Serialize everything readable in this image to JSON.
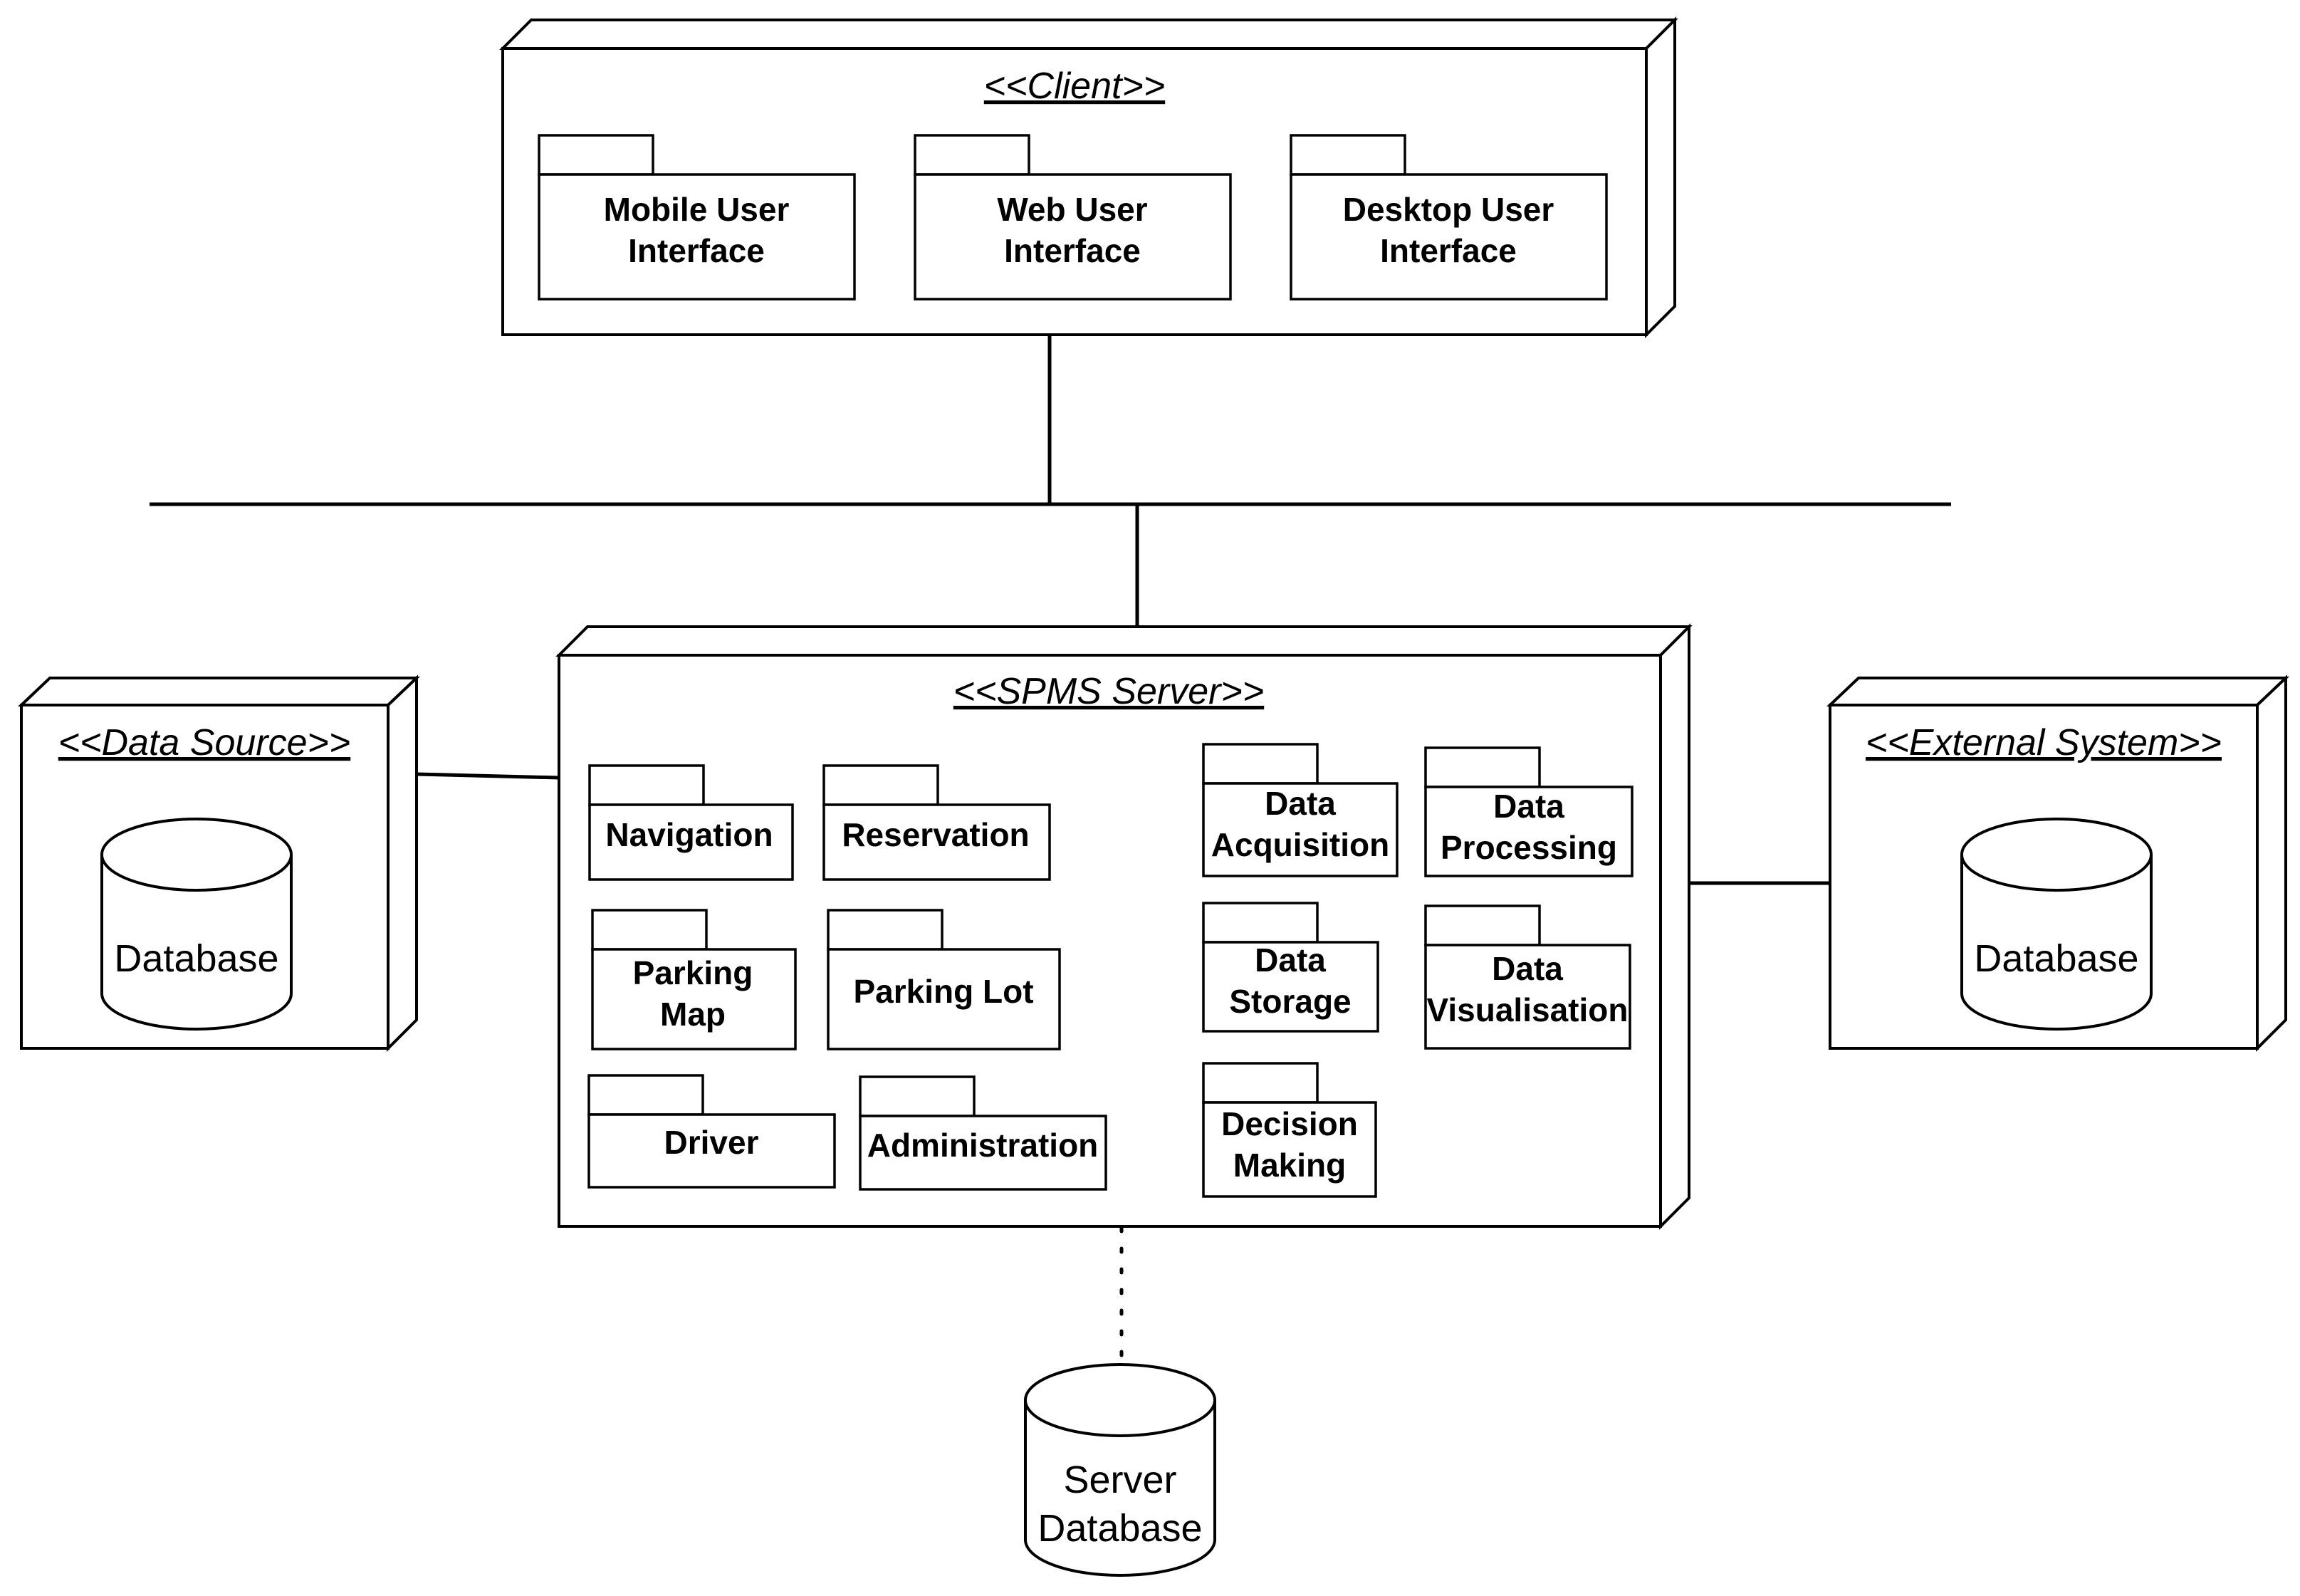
{
  "nodes": {
    "client": {
      "title": "<<Client>>",
      "packages": [
        {
          "line1": "Mobile User",
          "line2": "Interface"
        },
        {
          "line1": "Web User",
          "line2": "Interface"
        },
        {
          "line1": "Desktop User",
          "line2": "Interface"
        }
      ]
    },
    "server": {
      "title": "<<SPMS Server>>",
      "packages": [
        {
          "line1": "Navigation",
          "line2": ""
        },
        {
          "line1": "Reservation",
          "line2": ""
        },
        {
          "line1": "Parking",
          "line2": "Map"
        },
        {
          "line1": "Parking Lot",
          "line2": ""
        },
        {
          "line1": "Driver",
          "line2": ""
        },
        {
          "line1": "Administration",
          "line2": ""
        },
        {
          "line1": "Data",
          "line2": "Acquisition"
        },
        {
          "line1": "Data",
          "line2": "Processing"
        },
        {
          "line1": "Data",
          "line2": "Storage"
        },
        {
          "line1": "Data",
          "line2": "Visualisation"
        },
        {
          "line1": "Decision",
          "line2": "Making"
        }
      ]
    },
    "data_source": {
      "title": "<<Data Source>>",
      "database": "Database"
    },
    "external_system": {
      "title": "<<External System>>",
      "database": "Database"
    }
  },
  "server_database": {
    "line1": "Server",
    "line2": "Database"
  }
}
